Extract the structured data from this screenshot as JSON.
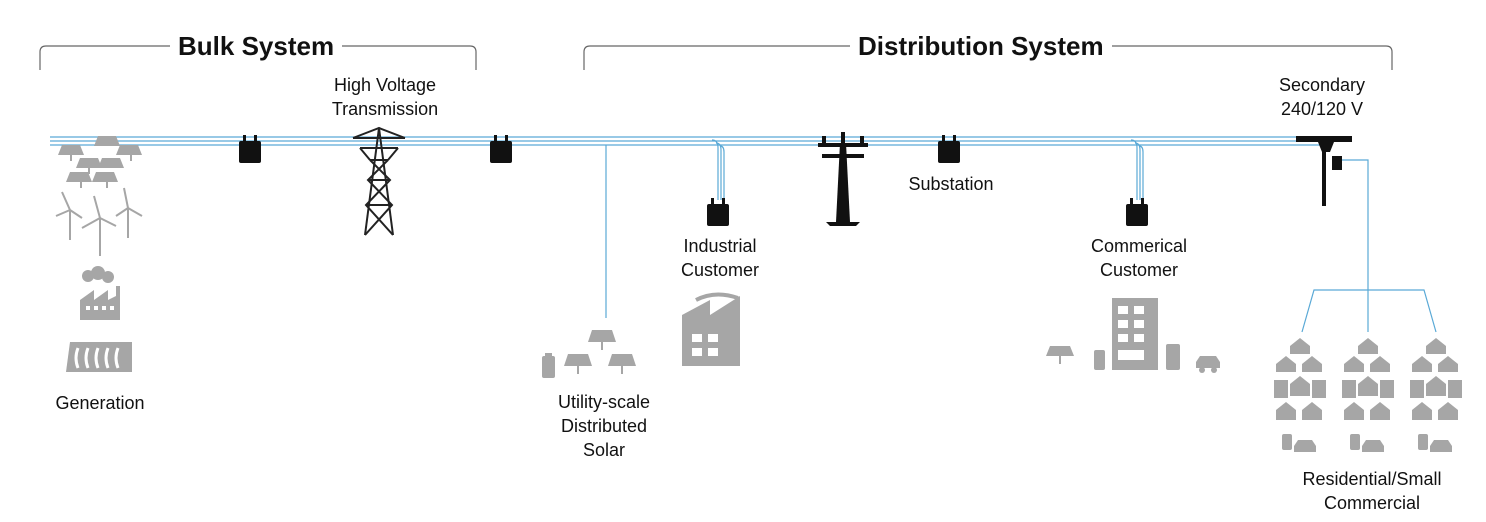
{
  "sections": {
    "bulk": "Bulk System",
    "distribution": "Distribution System"
  },
  "labels": {
    "high_voltage": [
      "High Voltage",
      "Transmission"
    ],
    "secondary": [
      "Secondary",
      "240/120 V"
    ],
    "substation": "Substation",
    "industrial": [
      "Industrial",
      "Customer"
    ],
    "commercial": [
      "Commerical",
      "Customer"
    ],
    "generation": "Generation",
    "utility_solar": [
      "Utility-scale",
      "Distributed",
      "Solar"
    ],
    "residential": [
      "Residential/Small",
      "Commercial"
    ]
  },
  "colors": {
    "line": "#5aa9d6",
    "icon_dark": "#111111",
    "icon_gray": "#a6a6a6",
    "bracket": "#666666"
  }
}
